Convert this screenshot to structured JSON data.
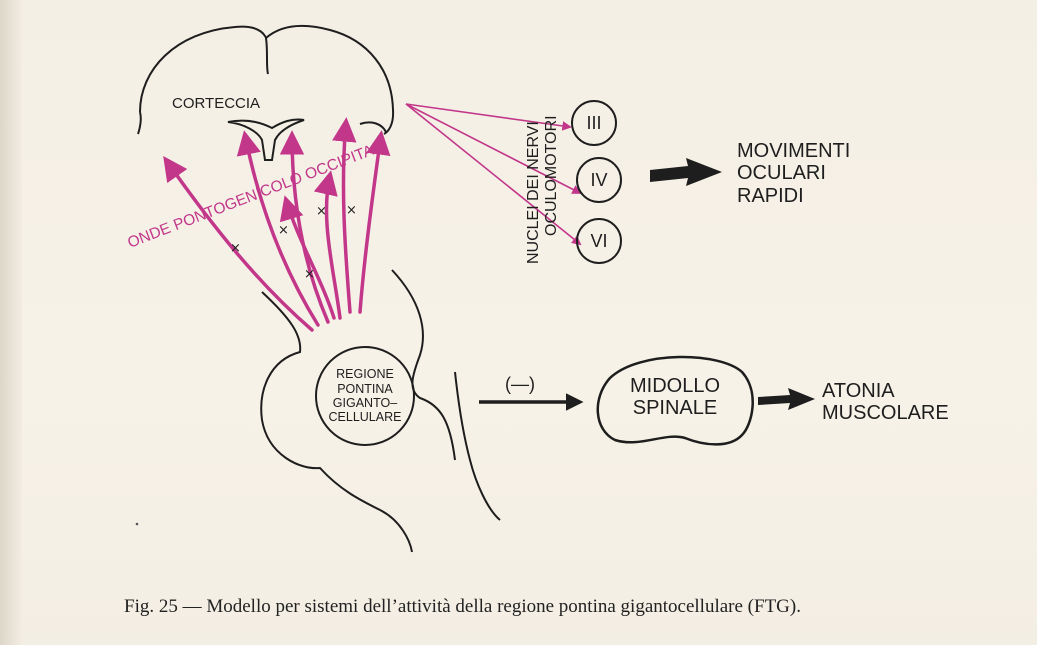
{
  "labels": {
    "corteccia": "CORTECCIA",
    "onde_line1": "ONDE PONTOGENICOLO OCCIPITALI",
    "nuclei_line1": "NUCLEI DEI NERVI",
    "nuclei_line2": "OCULOMOTORI",
    "nerve_iii": "III",
    "nerve_iv": "IV",
    "nerve_vi": "VI",
    "movimenti": [
      "MOVIMENTI",
      "OCULARI",
      "RAPIDI"
    ],
    "regione": [
      "REGIONE",
      "PONTINA",
      "GIGANTO–",
      "CELLULARE"
    ],
    "inhibition": "(—)",
    "midollo": [
      "MIDOLLO",
      "SPINALE"
    ],
    "atonia": [
      "ATONIA",
      "MUSCOLARE"
    ],
    "cross_mark": "×"
  },
  "caption": "Fig. 25 — Modello per sistemi dell’attività della regione pontina gigantocellulare (FTG).",
  "colors": {
    "pink": "#c2378a",
    "ink": "#1e1e1e",
    "paper": "#f6f1e7"
  }
}
